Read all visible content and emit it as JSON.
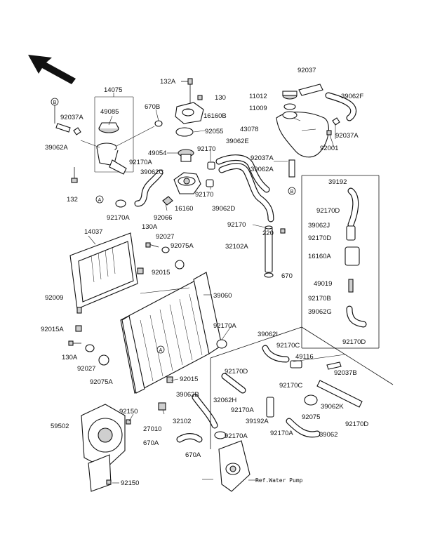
{
  "diagram": {
    "reference_note": "Ref.Water Pump",
    "circle_marks": [
      "A",
      "B"
    ],
    "parts": [
      {
        "id": "p1",
        "label": "14075"
      },
      {
        "id": "p2",
        "label": "49085"
      },
      {
        "id": "p3",
        "label": "92037A"
      },
      {
        "id": "p4",
        "label": "39062A"
      },
      {
        "id": "p5",
        "label": "670B"
      },
      {
        "id": "p6",
        "label": "92170A"
      },
      {
        "id": "p7",
        "label": "39062C"
      },
      {
        "id": "p8",
        "label": "132"
      },
      {
        "id": "p9",
        "label": "92170A"
      },
      {
        "id": "p10",
        "label": "132A"
      },
      {
        "id": "p11",
        "label": "130"
      },
      {
        "id": "p12",
        "label": "16160B"
      },
      {
        "id": "p13",
        "label": "92055"
      },
      {
        "id": "p14",
        "label": "49054"
      },
      {
        "id": "p15",
        "label": "92170"
      },
      {
        "id": "p16",
        "label": "92170"
      },
      {
        "id": "p17",
        "label": "16160"
      },
      {
        "id": "p18",
        "label": "92066"
      },
      {
        "id": "p19",
        "label": "39062E"
      },
      {
        "id": "p20",
        "label": "39062D"
      },
      {
        "id": "p21",
        "label": "92037"
      },
      {
        "id": "p22",
        "label": "11012"
      },
      {
        "id": "p23",
        "label": "11009"
      },
      {
        "id": "p24",
        "label": "43078"
      },
      {
        "id": "p25",
        "label": "39062F"
      },
      {
        "id": "p26",
        "label": "92037A"
      },
      {
        "id": "p27",
        "label": "92001"
      },
      {
        "id": "p28",
        "label": "92037A"
      },
      {
        "id": "p29",
        "label": "39062A"
      },
      {
        "id": "p30",
        "label": "39192"
      },
      {
        "id": "p31",
        "label": "92170D"
      },
      {
        "id": "p32",
        "label": "39062J"
      },
      {
        "id": "p33",
        "label": "92170D"
      },
      {
        "id": "p34",
        "label": "16160A"
      },
      {
        "id": "p35",
        "label": "49019"
      },
      {
        "id": "p36",
        "label": "92170B"
      },
      {
        "id": "p37",
        "label": "39062G"
      },
      {
        "id": "p38",
        "label": "92170D"
      },
      {
        "id": "p39",
        "label": "92170"
      },
      {
        "id": "p40",
        "label": "220"
      },
      {
        "id": "p41",
        "label": "32102A"
      },
      {
        "id": "p42",
        "label": "670"
      },
      {
        "id": "p43",
        "label": "14037"
      },
      {
        "id": "p44",
        "label": "130A"
      },
      {
        "id": "p45",
        "label": "92027"
      },
      {
        "id": "p46",
        "label": "92075A"
      },
      {
        "id": "p47",
        "label": "92015"
      },
      {
        "id": "p48",
        "label": "92009"
      },
      {
        "id": "p49",
        "label": "92015A"
      },
      {
        "id": "p50",
        "label": "39060"
      },
      {
        "id": "p51",
        "label": "92170A"
      },
      {
        "id": "p52",
        "label": "130A"
      },
      {
        "id": "p53",
        "label": "92027"
      },
      {
        "id": "p54",
        "label": "92075A"
      },
      {
        "id": "p55",
        "label": "92015"
      },
      {
        "id": "p56",
        "label": "39062B"
      },
      {
        "id": "p57",
        "label": "39062I"
      },
      {
        "id": "p58",
        "label": "92170C"
      },
      {
        "id": "p59",
        "label": "49116"
      },
      {
        "id": "p60",
        "label": "92170D"
      },
      {
        "id": "p61",
        "label": "92037B"
      },
      {
        "id": "p62",
        "label": "92170C"
      },
      {
        "id": "p63",
        "label": "32062H"
      },
      {
        "id": "p64",
        "label": "92170A"
      },
      {
        "id": "p65",
        "label": "39062K"
      },
      {
        "id": "p66",
        "label": "39192A"
      },
      {
        "id": "p67",
        "label": "92075"
      },
      {
        "id": "p68",
        "label": "92170D"
      },
      {
        "id": "p69",
        "label": "92170A"
      },
      {
        "id": "p70",
        "label": "39062"
      },
      {
        "id": "p71",
        "label": "59502"
      },
      {
        "id": "p72",
        "label": "92150"
      },
      {
        "id": "p73",
        "label": "27010"
      },
      {
        "id": "p74",
        "label": "32102"
      },
      {
        "id": "p75",
        "label": "670A"
      },
      {
        "id": "p76",
        "label": "92170A"
      },
      {
        "id": "p77",
        "label": "670A"
      },
      {
        "id": "p78",
        "label": "92150"
      }
    ]
  }
}
